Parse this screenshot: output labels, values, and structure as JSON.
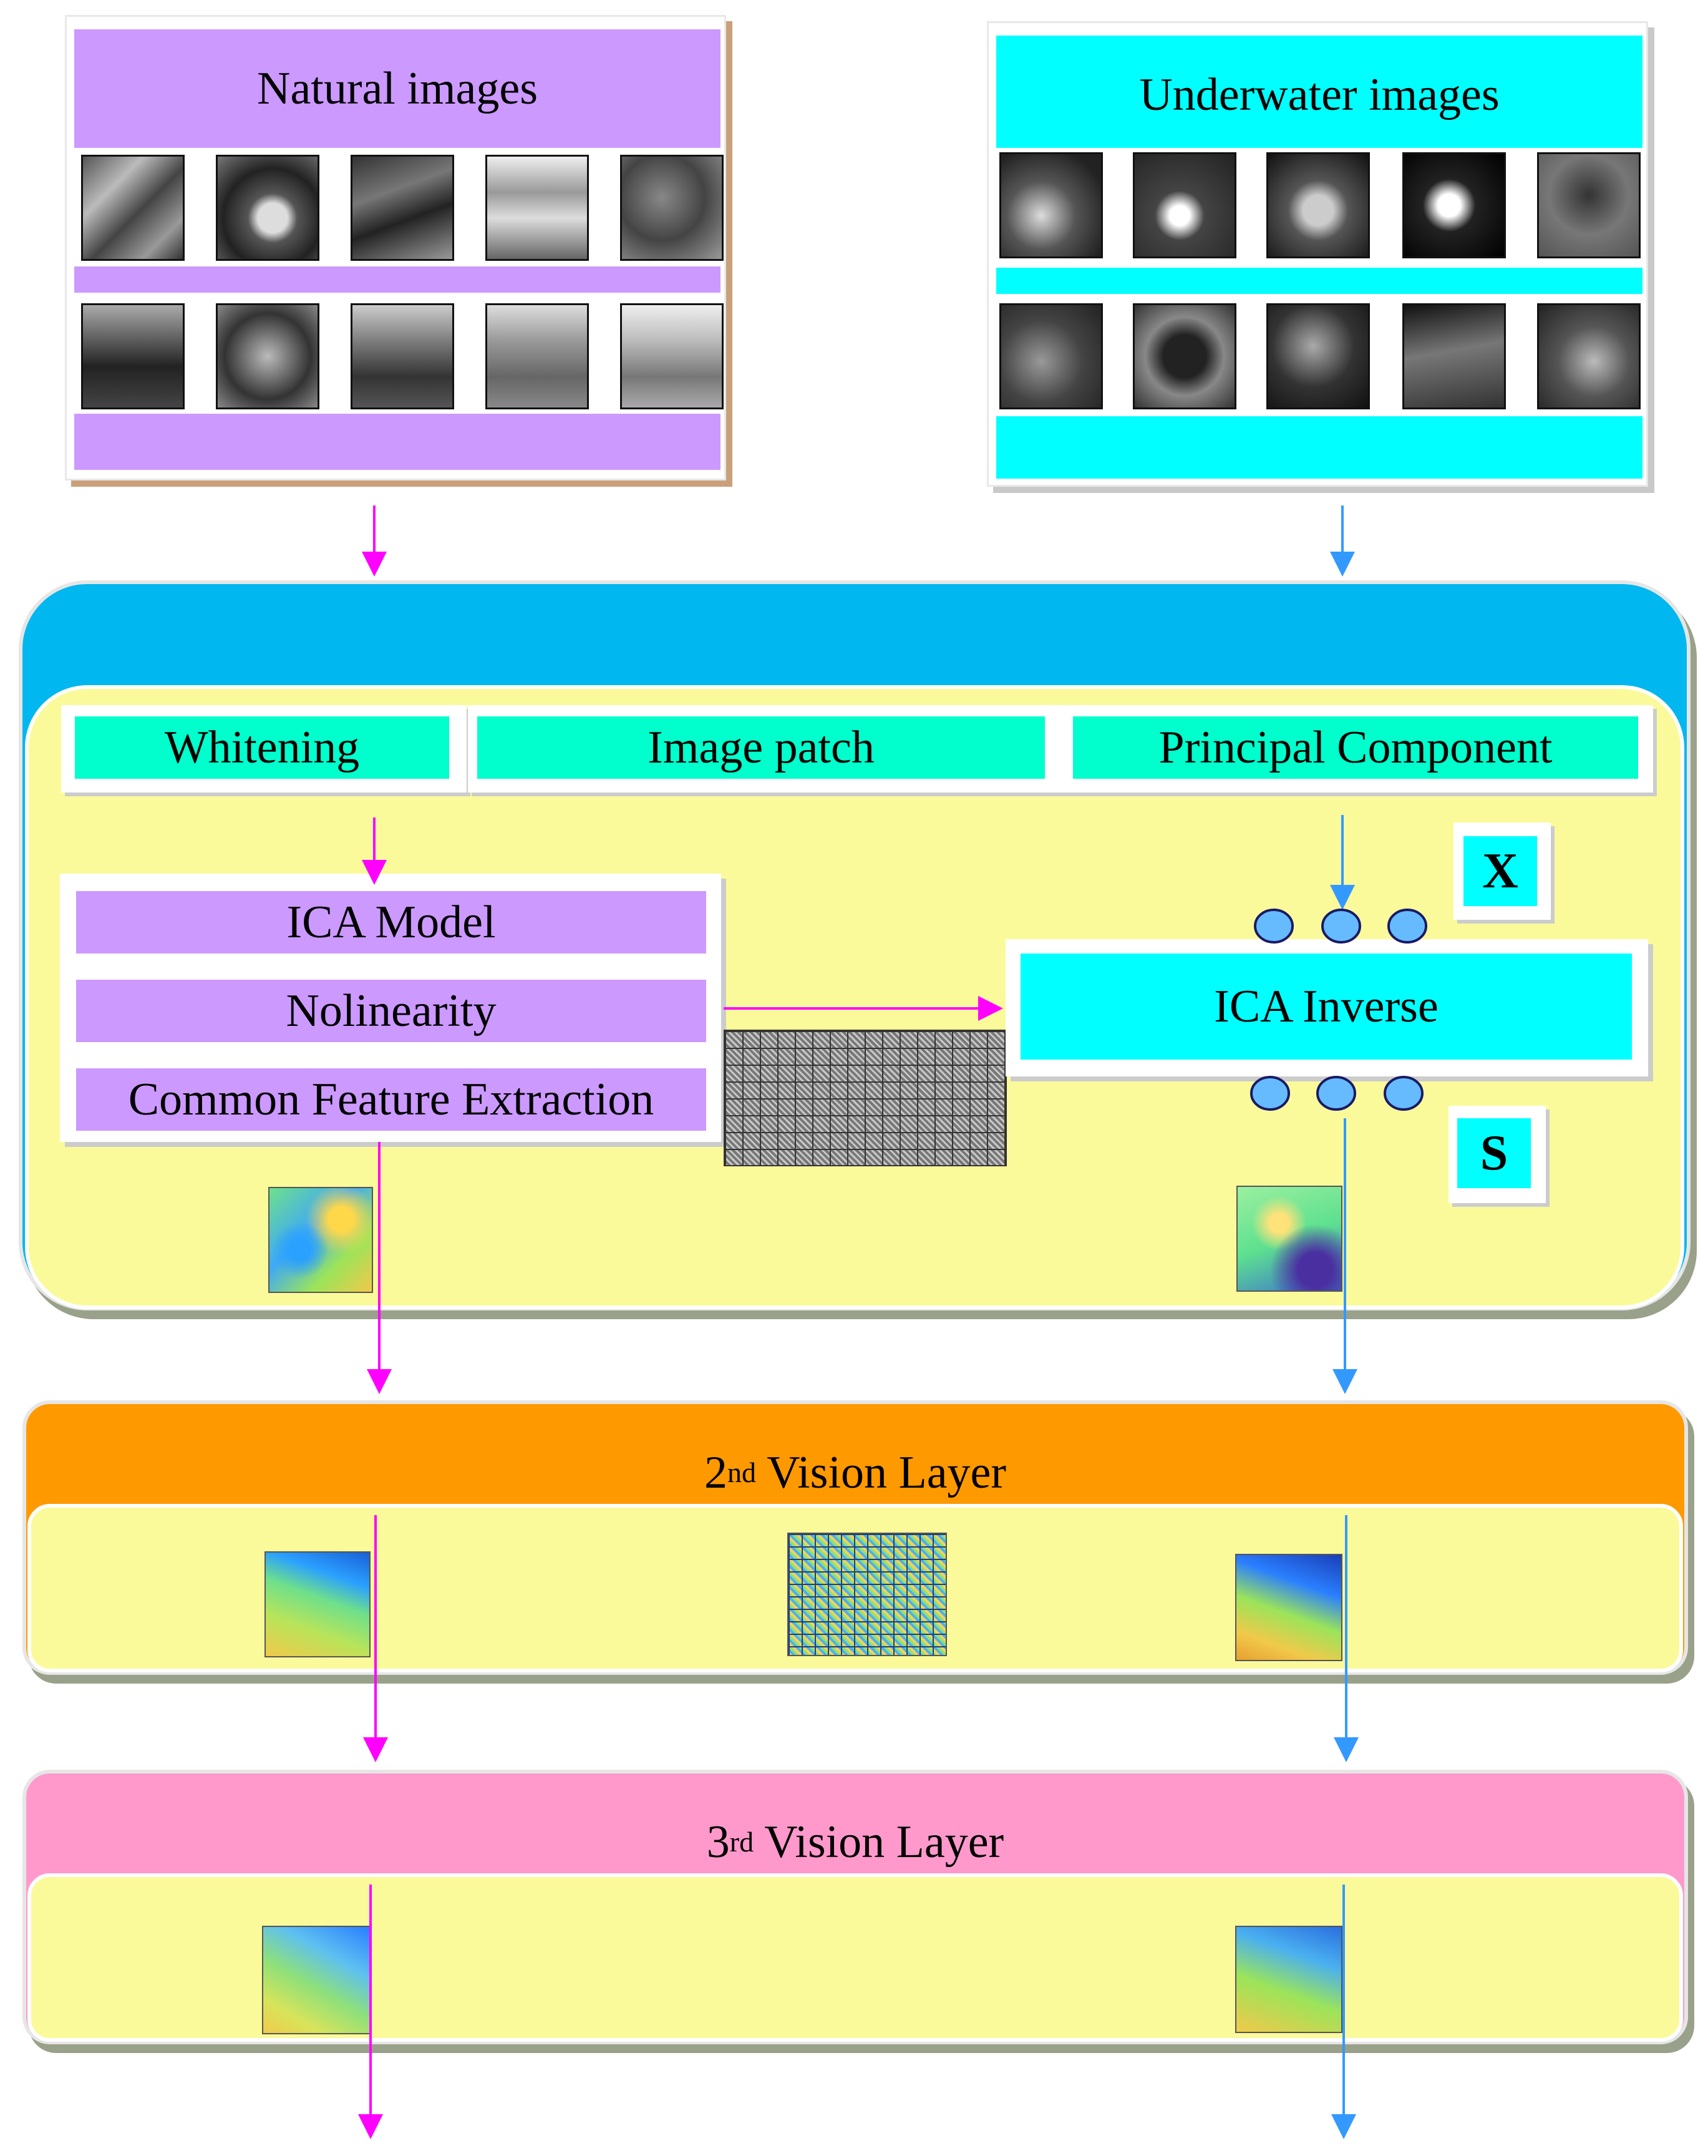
{
  "top_left": {
    "title": "Natural images",
    "color": "#cc99ff"
  },
  "top_right": {
    "title": "Underwater images",
    "color": "#00ffff"
  },
  "layer1": {
    "header_color": "#00b7ef",
    "body_color": "#fafa9a",
    "tabs": [
      "Whitening",
      "Image patch",
      "Principal Component"
    ],
    "tab_color": "#00ffcc",
    "ica_stack": [
      "ICA Model",
      "Nolinearity",
      "Common Feature Extraction"
    ],
    "ica_color": "#cc99ff",
    "inverse": "ICA Inverse",
    "x_label": "X",
    "s_label": "S"
  },
  "layer2": {
    "title_sup": "nd",
    "title_num": "2",
    "title_rest": " Vision Layer",
    "header_color": "#ff9900"
  },
  "layer3": {
    "title_sup": "rd",
    "title_num": "3",
    "title_rest": " Vision Layer",
    "header_color": "#ff99cc"
  },
  "arrows": {
    "left_color": "#ff00ff",
    "right_color": "#3399ff"
  }
}
